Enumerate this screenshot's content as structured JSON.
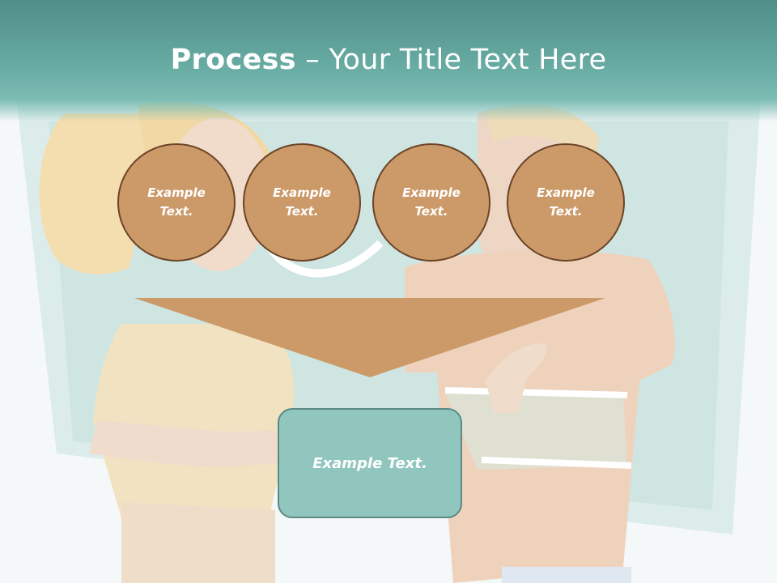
{
  "slide": {
    "title_bold": "Process",
    "title_dash": " – ",
    "title_rest": "Your Title Text Here"
  },
  "steps": [
    {
      "label": "Example Text."
    },
    {
      "label": "Example Text."
    },
    {
      "label": "Example Text."
    },
    {
      "label": "Example Text."
    }
  ],
  "result": {
    "label": "Example Text."
  },
  "colors": {
    "title_band": "#5f9f97",
    "circle_fill": "#cc9968",
    "circle_border": "#6b4427",
    "funnel_fill": "#cc9968",
    "result_fill": "#91c6bf",
    "result_border": "#5b8a84"
  },
  "background": {
    "description_icon": "cartoon-couple-illustration"
  }
}
